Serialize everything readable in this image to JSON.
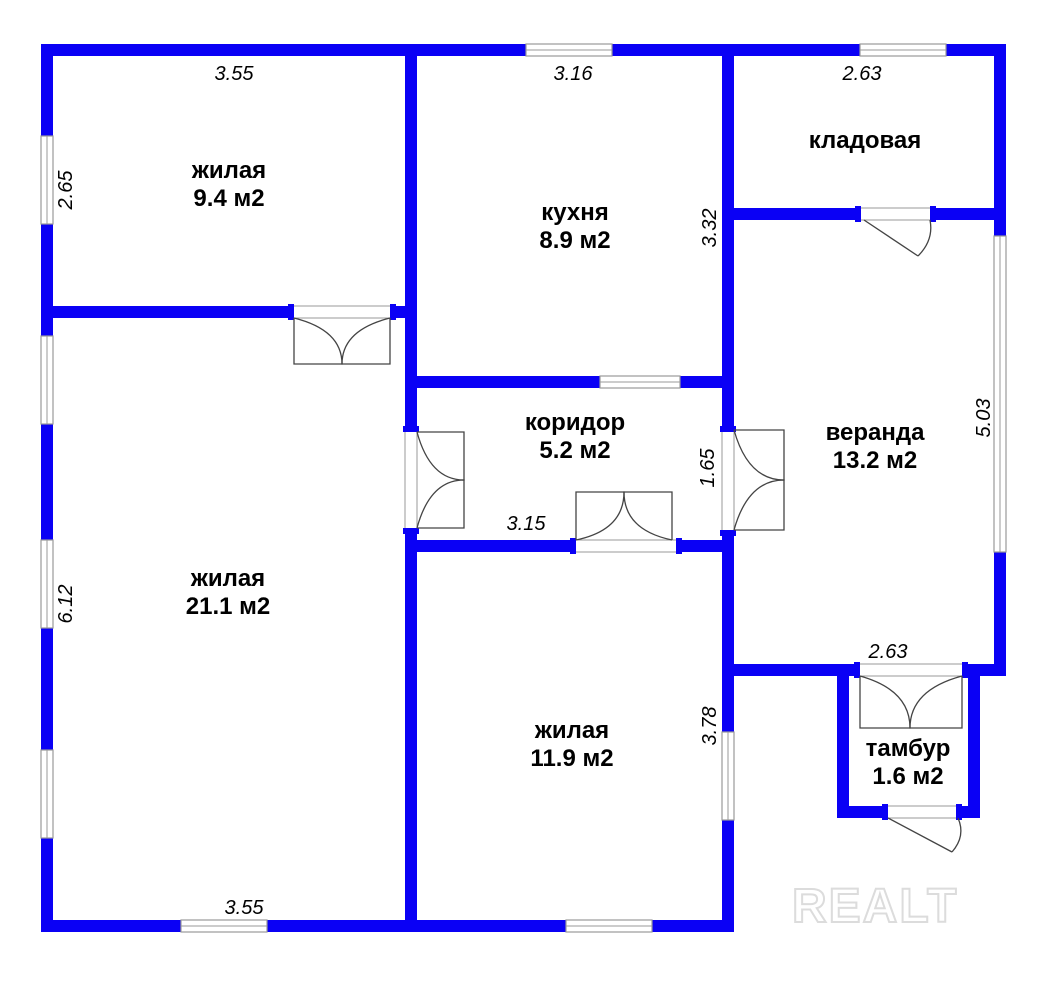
{
  "rooms": {
    "living_top_left": {
      "name": "жилая",
      "area": "9.4 м2"
    },
    "kitchen": {
      "name": "кухня",
      "area": "8.9 м2"
    },
    "pantry": {
      "name": "кладовая"
    },
    "corridor": {
      "name": "коридор",
      "area": "5.2 м2"
    },
    "veranda": {
      "name": "веранда",
      "area": "13.2 м2"
    },
    "living_left": {
      "name": "жилая",
      "area": "21.1 м2"
    },
    "living_bottom": {
      "name": "жилая",
      "area": "11.9 м2"
    },
    "vestibule": {
      "name": "тамбур",
      "area": "1.6 м2"
    }
  },
  "dimensions": {
    "top_left_width": "3.55",
    "top_left_height": "2.65",
    "kitchen_width": "3.16",
    "kitchen_height": "3.32",
    "pantry_width": "2.63",
    "veranda_height": "5.03",
    "corridor_width": "3.15",
    "corridor_height": "1.65",
    "left_height": "6.12",
    "bottom_left_width": "3.55",
    "bottom_height": "3.78",
    "vestibule_width": "2.63"
  },
  "watermark": "REALT",
  "colors": {
    "wall": "#0a00f5",
    "window": "#9a9a9a"
  }
}
